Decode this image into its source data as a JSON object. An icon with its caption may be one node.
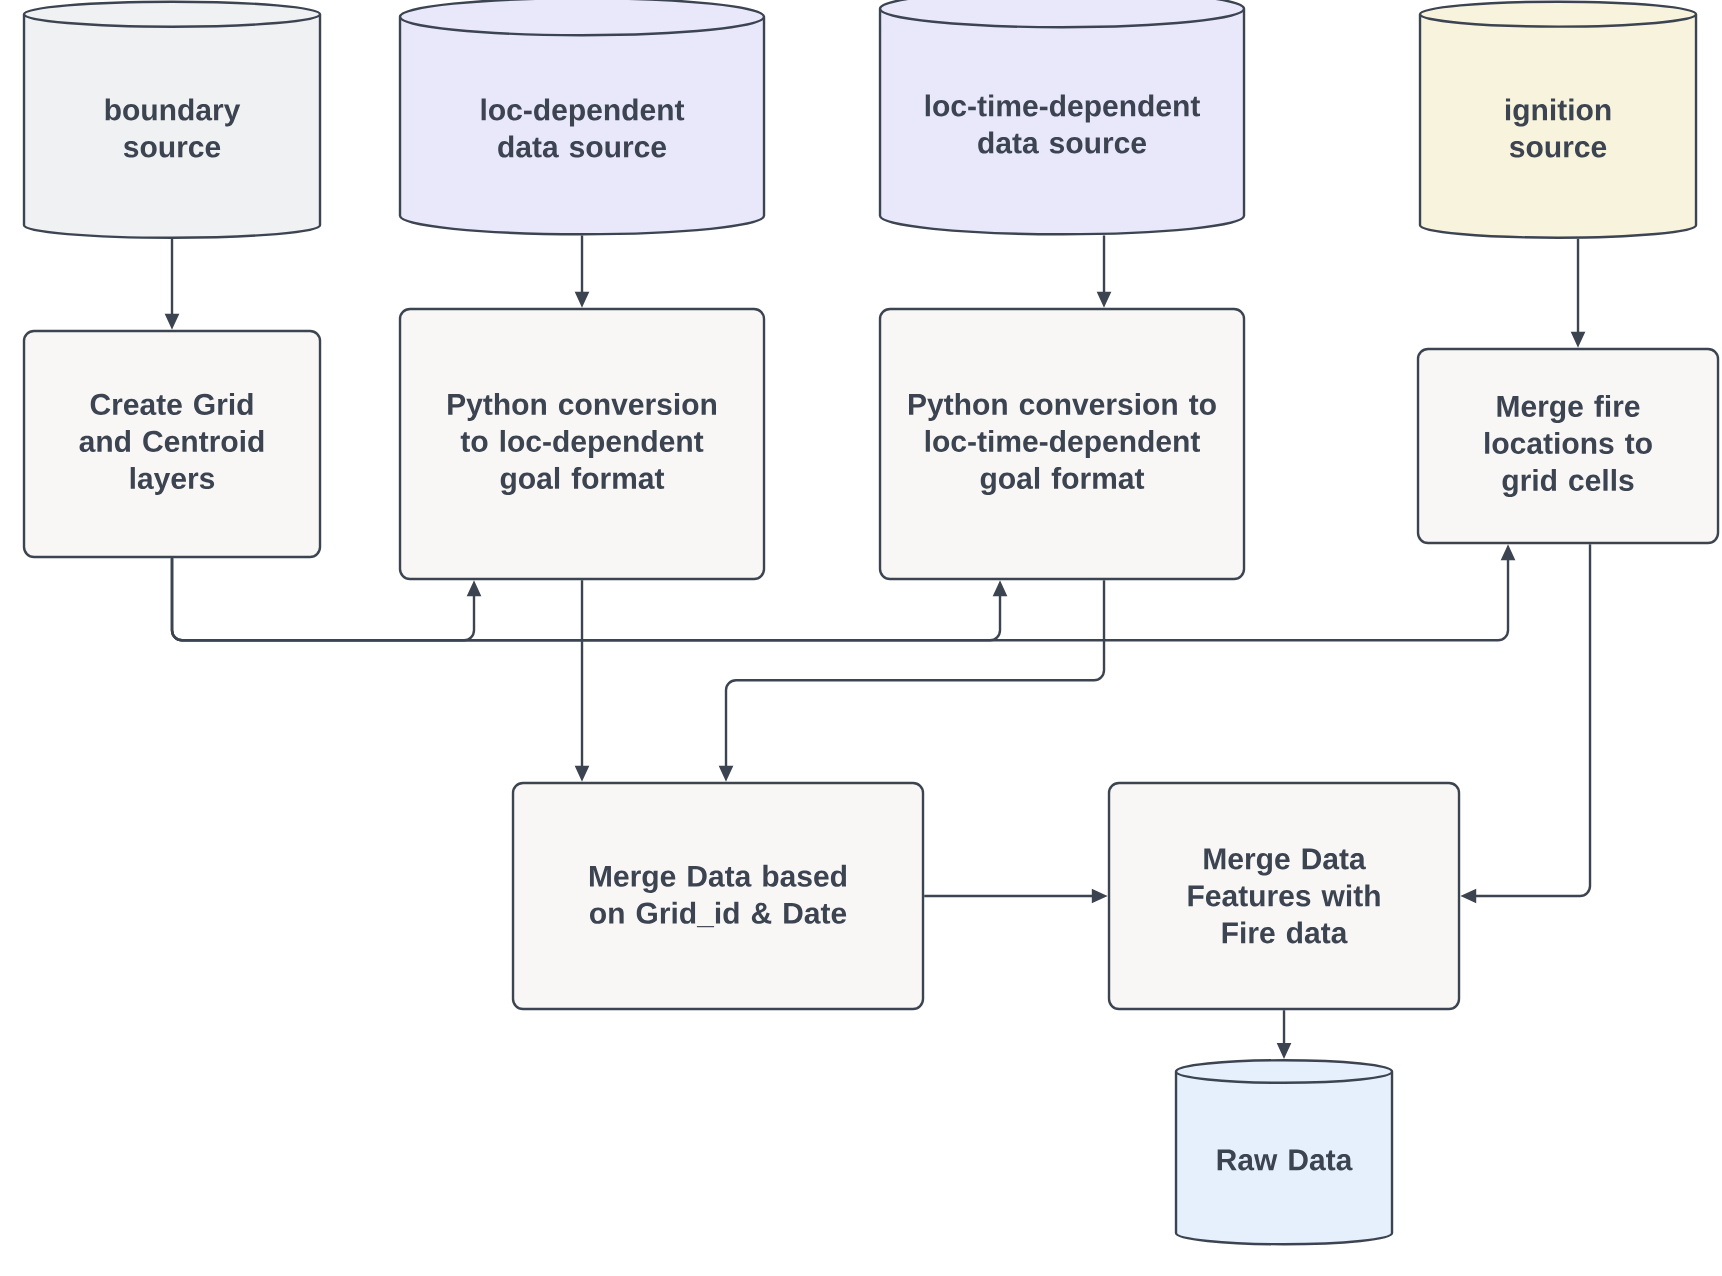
{
  "diagram": {
    "nodes": [
      {
        "text": [
          "boundary source"
        ]
      },
      {
        "text": [
          "loc-dependent data source"
        ]
      },
      {
        "text": [
          "loc-time-dependent data source"
        ]
      },
      {
        "text": [
          "ignition source"
        ]
      },
      {
        "text": [
          "Create Grid and Centroid layers"
        ]
      },
      {
        "text": [
          "Python conversion to loc-dependent goal format"
        ]
      },
      {
        "text": [
          "Python conversion to loc-time-dependent goal format"
        ]
      },
      {
        "text": [
          "Merge fire locations to grid cells"
        ]
      },
      {
        "text": [
          "Merge Data based on Grid_id & Date"
        ]
      },
      {
        "text": [
          "Merge Data Features with Fire data"
        ]
      },
      {
        "text": [
          "Raw Data"
        ]
      }
    ],
    "edges": [
      {
        "from": 0,
        "to": 4,
        "arrow": "to"
      },
      {
        "from": 1,
        "to": 5,
        "arrow": "to"
      },
      {
        "from": 2,
        "to": 6,
        "arrow": "to"
      },
      {
        "from": 3,
        "to": 7,
        "arrow": "to"
      },
      {
        "from": 4,
        "to": 5,
        "arrow": "to"
      },
      {
        "from": 4,
        "to": 6,
        "arrow": "to"
      },
      {
        "from": 4,
        "to": 7,
        "arrow": "to"
      },
      {
        "from": 5,
        "to": 8,
        "arrow": "to"
      },
      {
        "from": 6,
        "to": 8,
        "arrow": "to"
      },
      {
        "from": 7,
        "to": 9,
        "arrow": "to"
      },
      {
        "from": 8,
        "to": 9,
        "arrow": "to"
      },
      {
        "from": 9,
        "to": 10,
        "arrow": "to"
      }
    ]
  }
}
